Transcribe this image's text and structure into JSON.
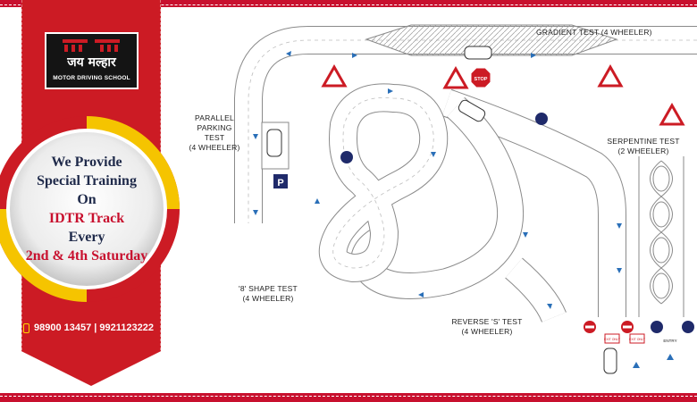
{
  "logo": {
    "title_hindi": "जय मल्हार",
    "subtitle": "MOTOR DRIVING SCHOOL"
  },
  "promo": {
    "line1": "We Provide",
    "line2": "Special Training",
    "line3": "On",
    "line4": "IDTR Track",
    "line5": "Every",
    "line6": "2nd & 4th Saturday"
  },
  "contact": {
    "phones": "98900 13457 | 9921123222"
  },
  "track": {
    "gradient": "GRADIENT TEST (4 WHEELER)",
    "parallel_1": "PARALLEL",
    "parallel_2": "PARKING",
    "parallel_3": "TEST",
    "parallel_4": "(4 WHEELER)",
    "serpentine_1": "SERPENTINE TEST",
    "serpentine_2": "(2 WHEELER)",
    "eight_1": "'8' SHAPE TEST",
    "eight_2": "(4 WHEELER)",
    "reverse_1": "REVERSE 'S' TEST",
    "reverse_2": "(4 WHEELER)",
    "stop_sign": "STOP",
    "parking_sign": "P",
    "exit_only": "EXIT ONLY",
    "entry": "ENTRY"
  },
  "colors": {
    "brand_red": "#cc1b24",
    "ring_yellow": "#f5c400",
    "navy": "#1f2a4a",
    "road_edge": "#8a8a8a",
    "arrow_blue": "#2a6fb8"
  }
}
